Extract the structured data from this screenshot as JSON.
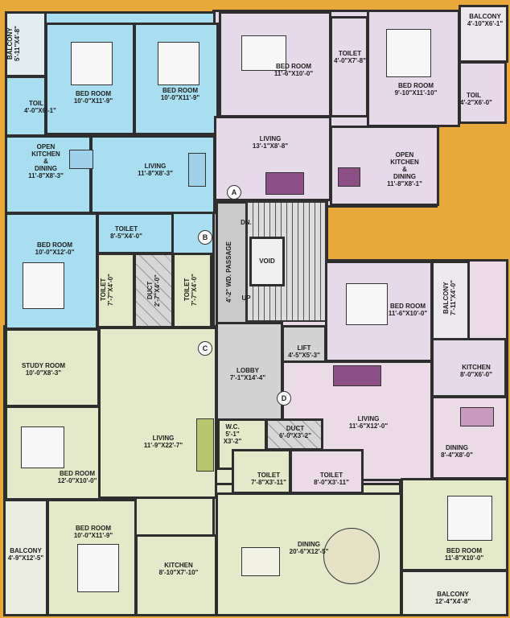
{
  "labels": {
    "balcony_top_left": {
      "name": "BALCONY",
      "dim": "5'-11\"x4'-8\""
    },
    "bed_1": {
      "name": "BED ROOM",
      "dim": "10'-0\"x11'-9\""
    },
    "bed_2": {
      "name": "BED ROOM",
      "dim": "10'-0\"x11'-9\""
    },
    "bed_3": {
      "name": "BED ROOM",
      "dim": "11'-6\"x10'-0\""
    },
    "toilet_top": {
      "name": "TOILET",
      "dim": "4'-0\"x7'-8\""
    },
    "bed_4": {
      "name": "BED ROOM",
      "dim": "9'-10\"x11'-10\""
    },
    "balcony_top_right": {
      "name": "BALCONY",
      "dim": "4'-10\"x6'-1\""
    },
    "toil_left": {
      "name": "TOIL",
      "dim": "4'-0\"x6'-1\""
    },
    "toil_right": {
      "name": "TOIL",
      "dim": "4'-2\"x6'-0\""
    },
    "kitchen_left": {
      "name": "OPEN\nKITCHEN\n&\nDINING",
      "dim": "11'-8\"x8'-3\""
    },
    "living_1": {
      "name": "LIVING",
      "dim": "11'-8\"x8'-3\""
    },
    "living_2": {
      "name": "LIVING",
      "dim": "13'-1\"x8'-8\""
    },
    "kitchen_right": {
      "name": "OPEN\nKITCHEN\n&\nDINING",
      "dim": "11'-8\"x8'-1\""
    },
    "bed_5": {
      "name": "BED ROOM",
      "dim": "10'-0\"x12'-0\""
    },
    "toilet_b": {
      "name": "TOILET",
      "dim": "8'-5\"x4'-0\""
    },
    "toilet_v1": {
      "name": "TOILET",
      "dim": "7'-7\"x4'-0\""
    },
    "duct_v": {
      "name": "DUCT",
      "dim": "2'-7\"x4'-0\""
    },
    "toilet_v2": {
      "name": "TOILET",
      "dim": "7'-7\"x4'-0\""
    },
    "passage": {
      "name": "4'-2\" WD. PASSAGE"
    },
    "dn": "DN.",
    "up": "UP",
    "void": "VOID",
    "bed_6": {
      "name": "BED ROOM",
      "dim": "11'-6\"x10'-0\""
    },
    "balcony_mid_right": {
      "name": "BALCONY",
      "dim": "7'-11\"x4'-0\""
    },
    "study": {
      "name": "STUDY ROOM",
      "dim": "10'-0\"x8'-3\""
    },
    "lift": {
      "name": "LIFT",
      "dim": "4'-5\"x5'-3\""
    },
    "kitchen_mid_right": {
      "name": "KITCHEN",
      "dim": "8'-0\"x6'-0\""
    },
    "lobby": {
      "name": "LOBBY",
      "dim": "7'-1\"x14'-4\""
    },
    "bed_7": {
      "name": "BED ROOM",
      "dim": "12'-0\"x10'-0\""
    },
    "living_3": {
      "name": "LIVING",
      "dim": "11'-9\"x22'-7\""
    },
    "wc": {
      "name": "W.C.",
      "dim": "5'-1\"\nx3'-2\""
    },
    "duct_h": {
      "name": "DUCT",
      "dim": "6'-0\"x3'-2\""
    },
    "living_4": {
      "name": "LIVING",
      "dim": "11'-6\"x12'-0\""
    },
    "dining_right": {
      "name": "DINING",
      "dim": "8'-4\"x8'-0\""
    },
    "toilet_c1": {
      "name": "TOILET",
      "dim": "7'-8\"x3'-11\""
    },
    "toilet_c2": {
      "name": "TOILET",
      "dim": "8'-0\"x3'-11\""
    },
    "balcony_bottom_left": {
      "name": "BALCONY",
      "dim": "4'-9\"x12'-5\""
    },
    "bed_8": {
      "name": "BED ROOM",
      "dim": "10'-0\"x11'-9\""
    },
    "kitchen_bottom": {
      "name": "KITCHEN",
      "dim": "8'-10\"x7'-10\""
    },
    "dining_bottom": {
      "name": "DINING",
      "dim": "20'-6\"x12'-5\""
    },
    "bed_9": {
      "name": "BED ROOM",
      "dim": "11'-8\"x10'-0\""
    },
    "balcony_bottom_right": {
      "name": "BALCONY",
      "dim": "12'-4\"x4'-8\""
    }
  },
  "markers": [
    "A",
    "B",
    "C",
    "D"
  ],
  "colors": {
    "flat_a": "#e6d9ea",
    "flat_b": "#a9def0",
    "flat_c": "#e4eac9",
    "flat_d": "#eadbe6",
    "common": "#d3d3d3",
    "background": "#e9a93a",
    "wall": "#2e2e2e"
  }
}
